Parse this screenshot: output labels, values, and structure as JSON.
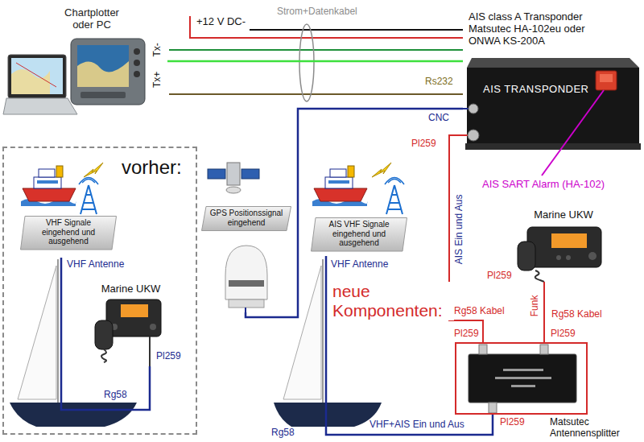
{
  "diagram": {
    "nodes": [
      {
        "text": [
          "Chartplotter oder PC"
        ]
      },
      {
        "text": [
          "AIS class A Transponder Matsutec HA-102eu oder ONWA KS-200A",
          "AIS TRANSPONDER"
        ]
      },
      {
        "text": [
          "vorher:"
        ]
      },
      {
        "text": [
          "VHF Signale eingehend und ausgehend"
        ],
        "in": 2
      },
      {
        "text": [
          "Marine UKW"
        ],
        "in": 2
      },
      {
        "text": [
          "GPS Positionssignal eingehend"
        ]
      },
      {
        "text": [
          "AIS VHF Signale eingehend und ausgehend"
        ]
      },
      {
        "text": [
          "Marine UKW"
        ]
      },
      {
        "text": [
          "Matsutec Antennensplitter"
        ]
      }
    ],
    "edges": [
      {
        "from": 0,
        "to": 1,
        "arrow": "none"
      },
      {
        "from": 5,
        "to": 1,
        "arrow": "none"
      },
      {
        "from": 1,
        "to": 8,
        "label": "AIS Ein und Aus",
        "arrow": "none"
      },
      {
        "from": 7,
        "to": 8,
        "label": "Funk",
        "arrow": "none"
      }
    ],
    "labels": [
      "+12 V DC-",
      "Strom+Datenkabel",
      "Tx-",
      "Tx+",
      "Rs232",
      "CNC",
      "Pl259",
      "AIS SART Alarm (HA-102)",
      "VHF Antenne",
      "Pl259",
      "Rg58",
      "VHF Antenne",
      "neue Komponenten:",
      "Pl259",
      "Rg58 Kabel",
      "Rg58 Kabel",
      "Pl259",
      "Pl259",
      "Pl259",
      "VHF+AIS Ein und Aus",
      "Rg58"
    ]
  }
}
